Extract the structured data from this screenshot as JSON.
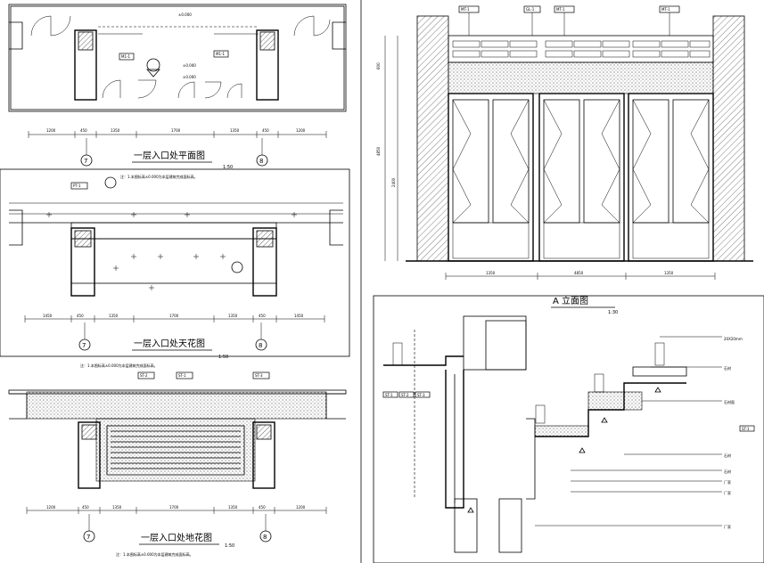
{
  "drawings": {
    "plan": {
      "title": "一层入口处平面图",
      "scale": "1:50",
      "dims": [
        "1200",
        "450",
        "1350",
        "1700",
        "1350",
        "450",
        "1200"
      ],
      "axes": [
        "7",
        "8"
      ],
      "tags": [
        "M1-1",
        "M1-1"
      ]
    },
    "ceiling": {
      "title": "一层入口处天花图",
      "scale": "1:50",
      "note": "注：1.本图标高±0.000为本层建筑完成面标高。",
      "dims": [
        "1450",
        "450",
        "1350",
        "1700",
        "1350",
        "450",
        "1450"
      ],
      "axes": [
        "7",
        "8"
      ],
      "tags": [
        "PT-1"
      ]
    },
    "floor": {
      "title": "一层入口处地花图",
      "scale": "1:50",
      "note_top": "注：1.本图标高±0.000为本层建筑完成面标高。",
      "note_bottom": "注：1.本图标高±0.000为本层建筑完成面标高。",
      "dims": [
        "1200",
        "450",
        "1350",
        "1700",
        "1350",
        "450",
        "1200"
      ],
      "axes": [
        "7",
        "8"
      ],
      "tags": [
        "ST-2",
        "ST-1",
        "ST-3"
      ]
    },
    "elevation": {
      "title": "A 立面图",
      "scale": "1:30",
      "top_tags": [
        "MT-1",
        "GL-1",
        "MT-1",
        "MT-1"
      ],
      "dims": [
        "1350",
        "4850",
        "1350"
      ],
      "heights": [
        "600",
        "4850",
        "2400"
      ]
    },
    "section": {
      "callouts": [
        "ST-1",
        "ST-2",
        "ST-3",
        "ST-1"
      ],
      "notes": [
        "20X20mm",
        "石材",
        "石材面",
        "石材",
        "石材",
        "厂家",
        "厂家",
        "厂家"
      ]
    }
  }
}
